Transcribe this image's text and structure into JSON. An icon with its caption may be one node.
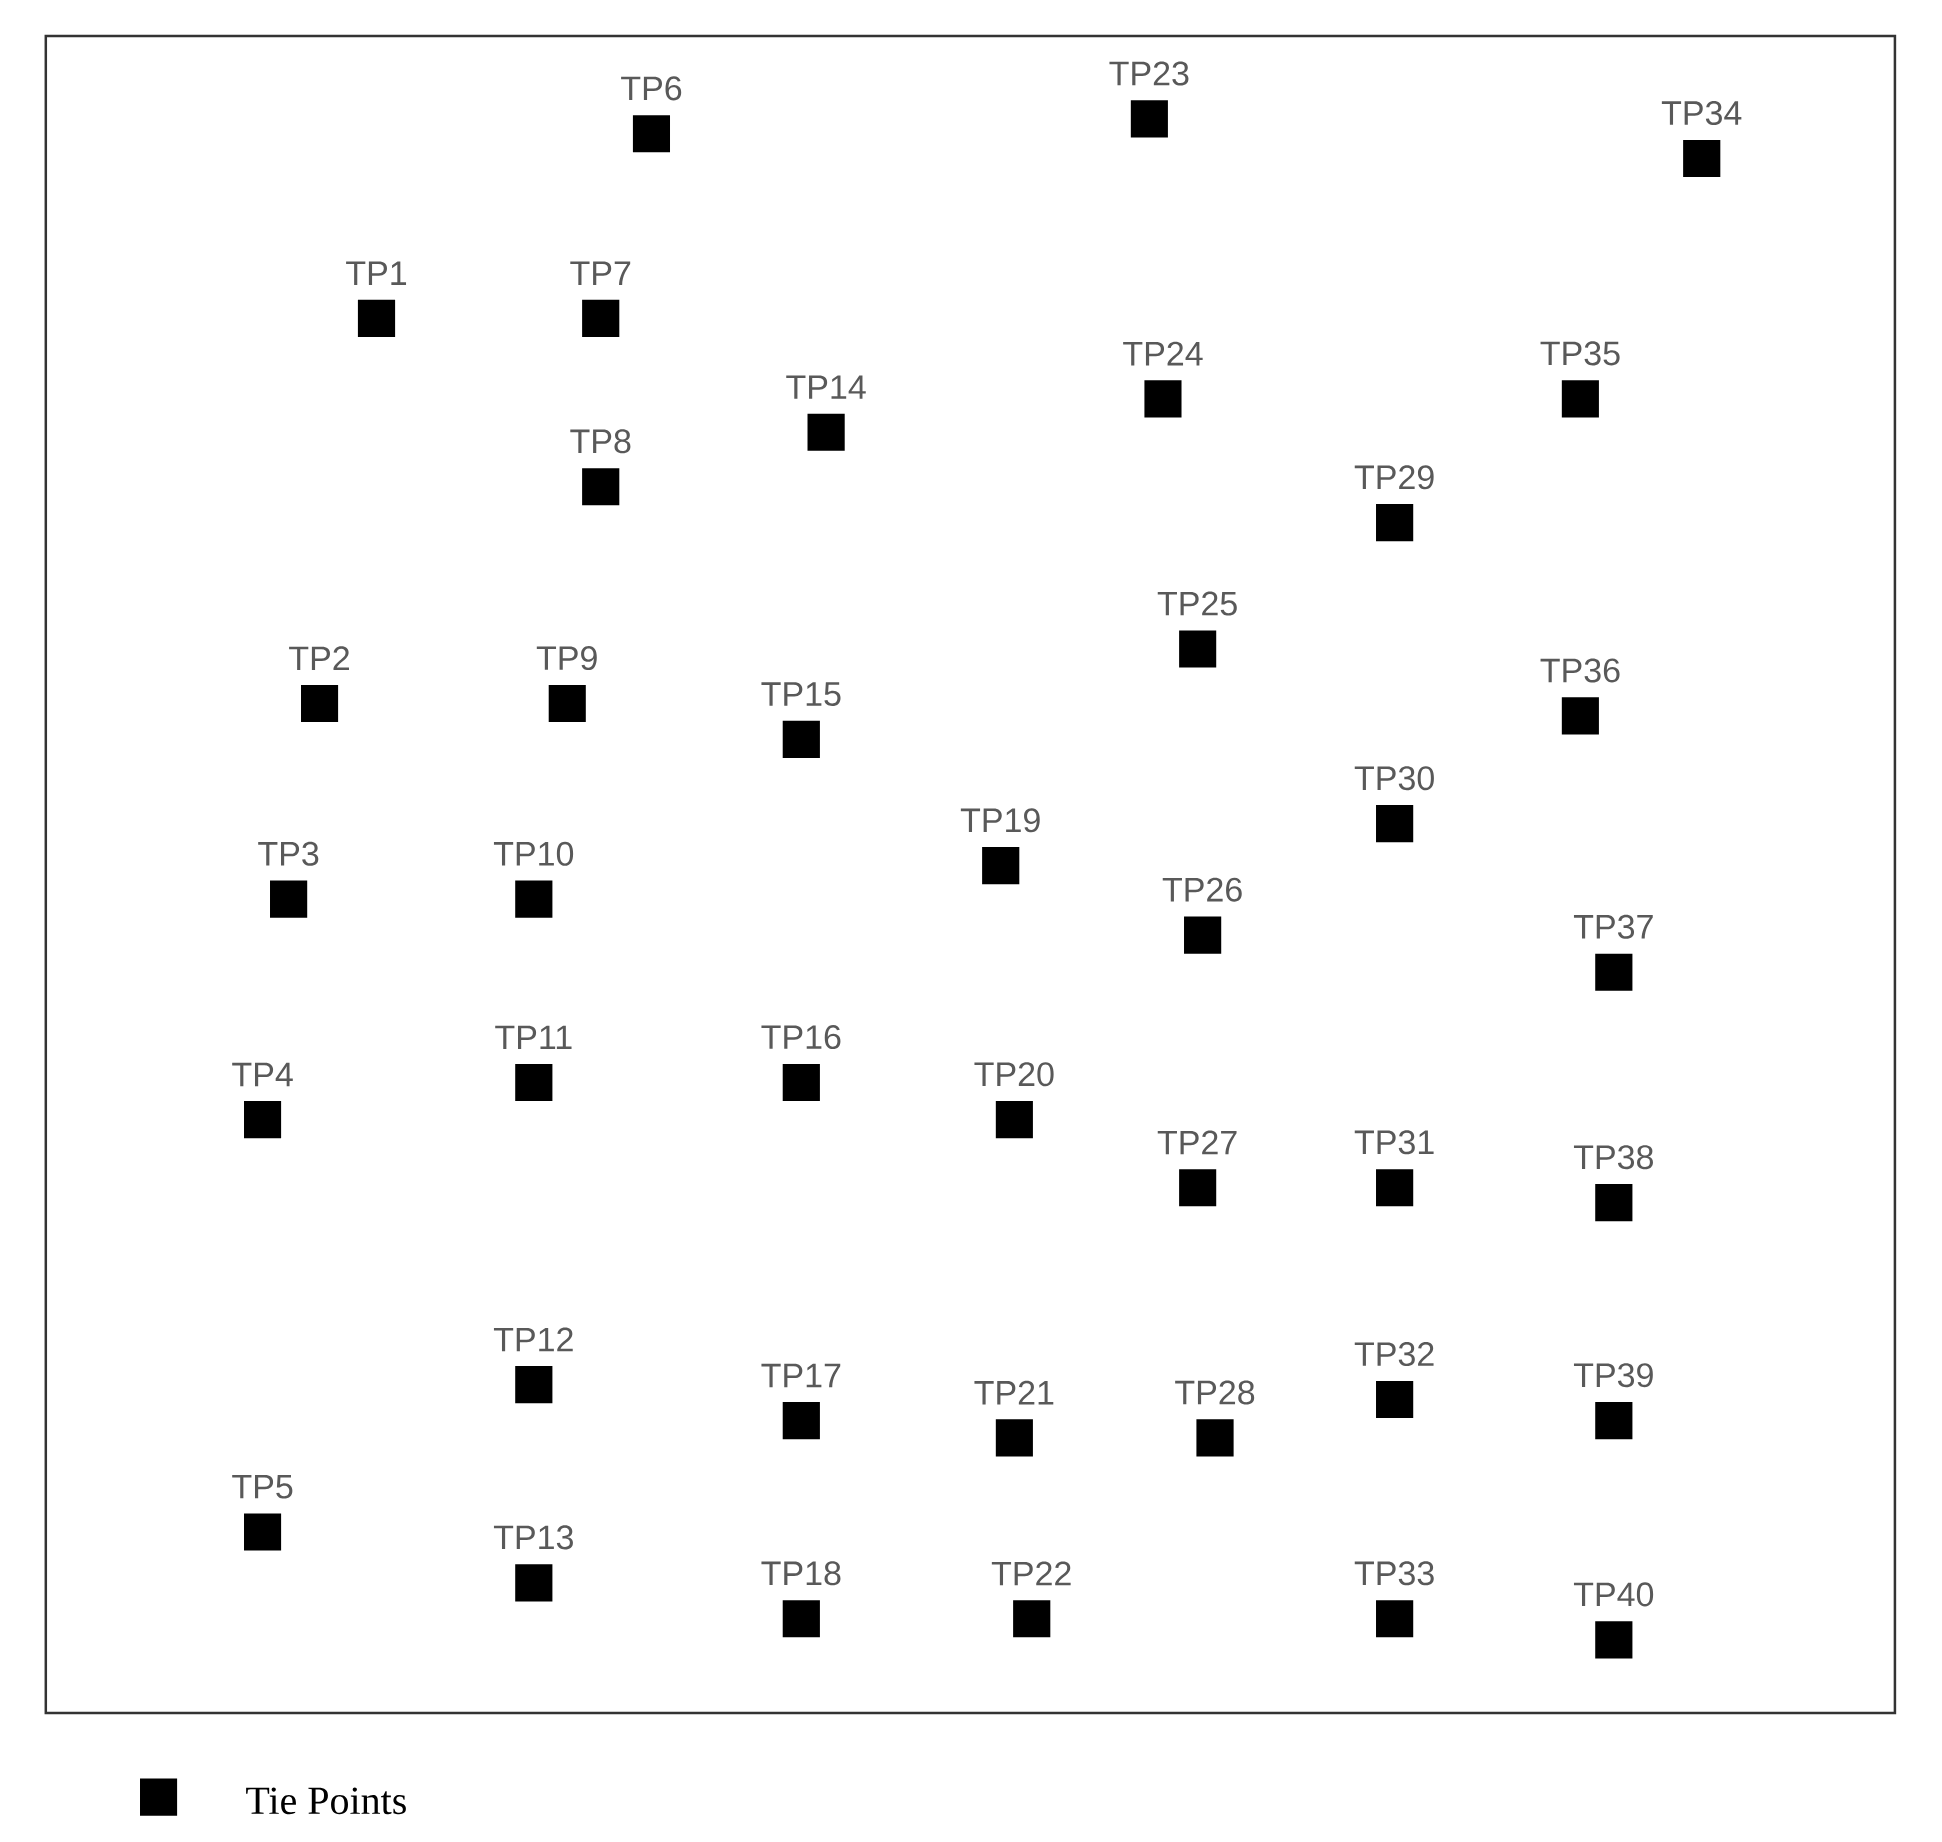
{
  "diagram": {
    "nodes": [
      {
        "text": [
          "TP1"
        ]
      },
      {
        "text": [
          "TP2"
        ]
      },
      {
        "text": [
          "TP3"
        ]
      },
      {
        "text": [
          "TP4"
        ]
      },
      {
        "text": [
          "TP5"
        ]
      },
      {
        "text": [
          "TP6"
        ]
      },
      {
        "text": [
          "TP7"
        ]
      },
      {
        "text": [
          "TP8"
        ]
      },
      {
        "text": [
          "TP9"
        ]
      },
      {
        "text": [
          "TP10"
        ]
      },
      {
        "text": [
          "TP11"
        ]
      },
      {
        "text": [
          "TP12"
        ]
      },
      {
        "text": [
          "TP13"
        ]
      },
      {
        "text": [
          "TP14"
        ]
      },
      {
        "text": [
          "TP15"
        ]
      },
      {
        "text": [
          "TP16"
        ]
      },
      {
        "text": [
          "TP17"
        ]
      },
      {
        "text": [
          "TP18"
        ]
      },
      {
        "text": [
          "TP19"
        ]
      },
      {
        "text": [
          "TP20"
        ]
      },
      {
        "text": [
          "TP21"
        ]
      },
      {
        "text": [
          "TP22"
        ]
      },
      {
        "text": [
          "TP23"
        ]
      },
      {
        "text": [
          "TP24"
        ]
      },
      {
        "text": [
          "TP25"
        ]
      },
      {
        "text": [
          "TP26"
        ]
      },
      {
        "text": [
          "TP27"
        ]
      },
      {
        "text": [
          "TP28"
        ]
      },
      {
        "text": [
          "TP29"
        ]
      },
      {
        "text": [
          "TP30"
        ]
      },
      {
        "text": [
          "TP31"
        ]
      },
      {
        "text": [
          "TP32"
        ]
      },
      {
        "text": [
          "TP33"
        ]
      },
      {
        "text": [
          "TP34"
        ]
      },
      {
        "text": [
          "TP35"
        ]
      },
      {
        "text": [
          "TP36"
        ]
      },
      {
        "text": [
          "TP37"
        ]
      },
      {
        "text": [
          "TP38"
        ]
      },
      {
        "text": [
          "TP39"
        ]
      },
      {
        "text": [
          "TP40"
        ]
      }
    ],
    "edges": [],
    "legend": [
      {
        "text": "Tie Points",
        "color": "#000000"
      }
    ]
  }
}
